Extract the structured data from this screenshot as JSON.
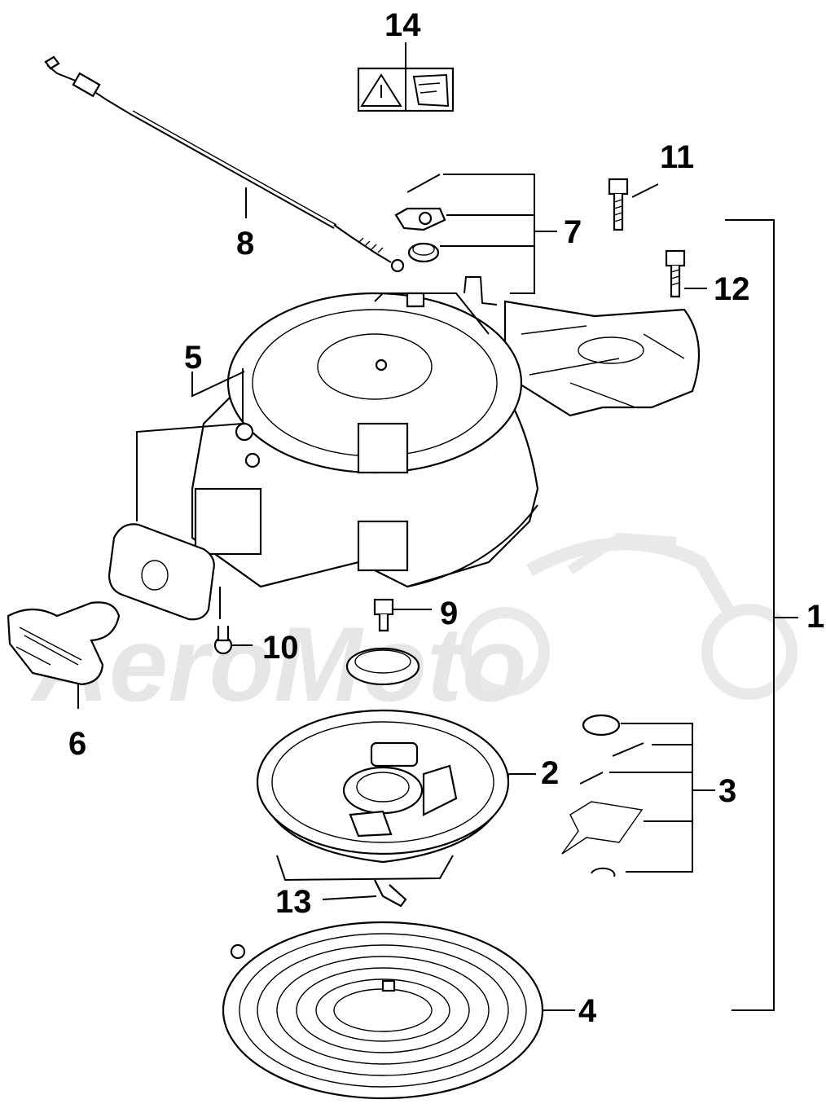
{
  "diagram": {
    "watermark": "AeroMoto",
    "callouts": [
      {
        "id": "1",
        "label": "1"
      },
      {
        "id": "2",
        "label": "2"
      },
      {
        "id": "3",
        "label": "3"
      },
      {
        "id": "4",
        "label": "4"
      },
      {
        "id": "5",
        "label": "5"
      },
      {
        "id": "6",
        "label": "6"
      },
      {
        "id": "7",
        "label": "7"
      },
      {
        "id": "8",
        "label": "8"
      },
      {
        "id": "9",
        "label": "9"
      },
      {
        "id": "10",
        "label": "10"
      },
      {
        "id": "11",
        "label": "11"
      },
      {
        "id": "12",
        "label": "12"
      },
      {
        "id": "13",
        "label": "13"
      },
      {
        "id": "14",
        "label": "14"
      }
    ]
  }
}
